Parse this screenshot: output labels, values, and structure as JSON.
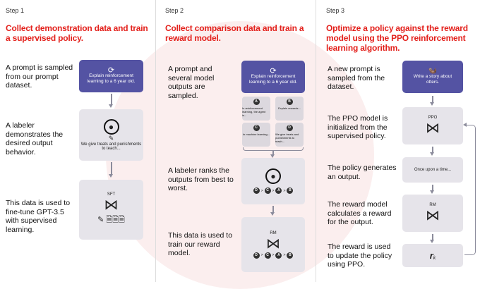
{
  "steps": [
    {
      "label": "Step 1",
      "title": "Collect demonstration data and train a supervised policy.",
      "descs": [
        "A prompt is sampled from our prompt dataset.",
        "A labeler demonstrates the desired output behavior.",
        "This data is used to fine-tune GPT-3.5 with supervised learning."
      ],
      "prompt": "Explain reinforcement learning to a 6 year old.",
      "demo": "We give treats and punishments to teach...",
      "model": "SFT"
    },
    {
      "label": "Step 2",
      "title": "Collect comparison data and train a reward model.",
      "descs": [
        "A prompt and several model outputs are sampled.",
        "A labeler ranks the outputs from best to worst.",
        "This data is used to train our reward model."
      ],
      "prompt": "Explain reinforcement learning to a 6 year old.",
      "outputs": [
        {
          "id": "A",
          "text": "In reinforcement learning, the agent is..."
        },
        {
          "id": "B",
          "text": "Explain rewards..."
        },
        {
          "id": "C",
          "text": "In machine learning..."
        },
        {
          "id": "D",
          "text": "We give treats and punishments to teach..."
        }
      ],
      "ranking": [
        "D",
        ">",
        "C",
        ">",
        "A",
        ">",
        "B"
      ],
      "model": "RM"
    },
    {
      "label": "Step 3",
      "title": "Optimize a policy against the reward model using the PPO reinforcement learning algorithm.",
      "descs": [
        "A new prompt is sampled from the dataset.",
        "The PPO model is initialized from the supervised policy.",
        "The policy generates an output.",
        "The reward model calculates a reward for the output.",
        "The reward is used to update the policy using PPO."
      ],
      "prompt": "Write a story about otters.",
      "ppo": "PPO",
      "output": "Once upon a time...",
      "rm": "RM",
      "reward": "r",
      "reward_sub": "k"
    }
  ],
  "colors": {
    "accent": "#e3201b",
    "purple": "#5453a3",
    "box": "#e6e4ea"
  }
}
